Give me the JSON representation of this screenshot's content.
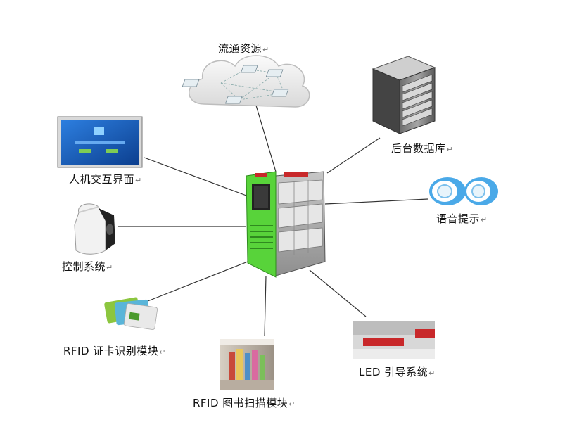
{
  "nodes": {
    "cloud": {
      "label": "流通资源"
    },
    "server": {
      "label": "后台数据库"
    },
    "hmi": {
      "label": "人机交互界面"
    },
    "speaker": {
      "label": "语音提示"
    },
    "control": {
      "label": "控制系统"
    },
    "rfid_card": {
      "label": "RFID 证卡识别模块"
    },
    "rfid_scan": {
      "label": "RFID 图书扫描模块"
    },
    "led": {
      "label": "LED 引导系统"
    }
  },
  "return_mark": "↵",
  "colors": {
    "cabinet_green": "#58d33a",
    "cabinet_grey": "#9a9a9a",
    "line": "#333333",
    "led_red": "#c8282a",
    "screen_blue": "#1b5fb8",
    "speaker_blue": "#4aa9e8"
  }
}
